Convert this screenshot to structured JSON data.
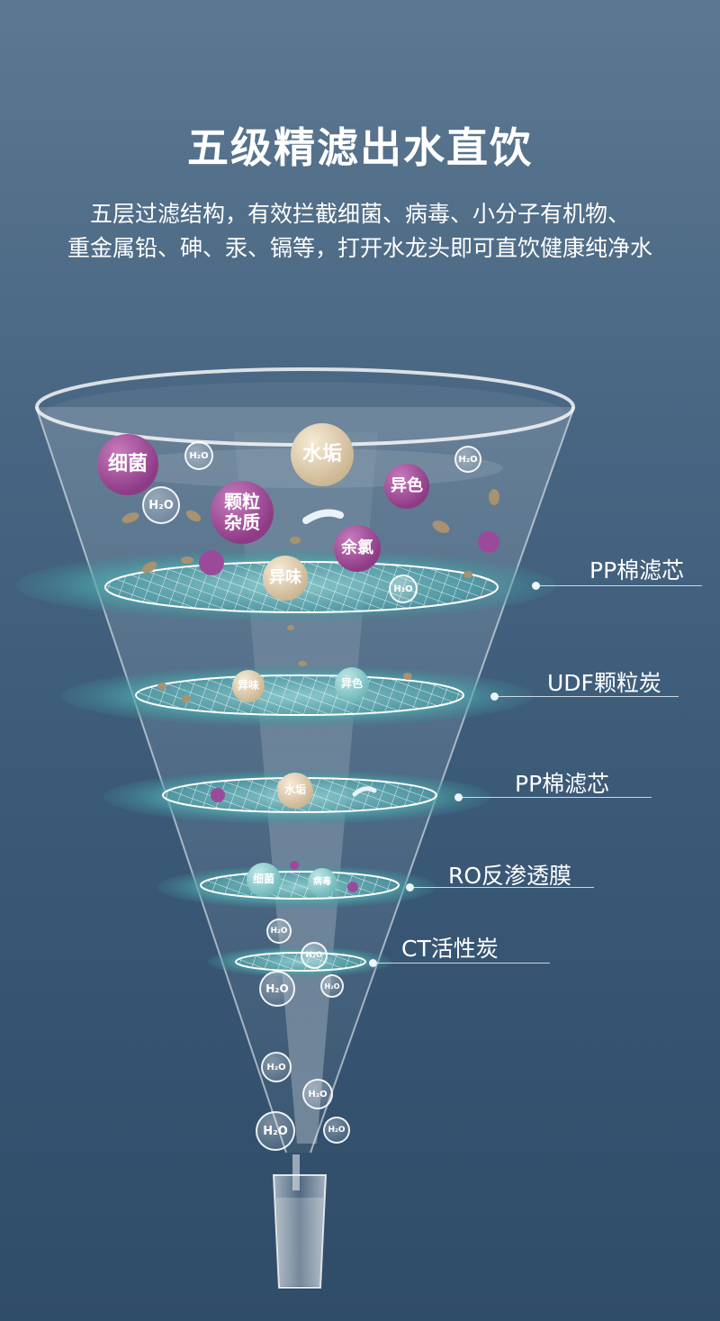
{
  "headline": "五级精滤出水直饮",
  "subline_1": "五层过滤结构，有效拦截细菌、病毒、小分子有机物、",
  "subline_2": "重金属铅、砷、汞、镉等，打开水龙头即可直饮健康纯净水",
  "layers": [
    {
      "label": "PP棉滤芯"
    },
    {
      "label": "UDF颗粒炭"
    },
    {
      "label": "PP棉滤芯"
    },
    {
      "label": "RO反渗透膜"
    },
    {
      "label": "CT活性炭"
    }
  ],
  "impurity_tags": {
    "bacteria": "细菌",
    "scale": "水垢",
    "color": "异色",
    "particles": "颗粒\n杂质",
    "chlorine": "余氯",
    "odor": "异味",
    "odor_small": "异味",
    "color_small": "异色",
    "scale_small": "水垢",
    "bacteria_small": "细菌",
    "virus_small": "病毒"
  },
  "molecule_text": "H₂O",
  "colors": {
    "purple": "#8e3b86",
    "beige": "#cbb592",
    "teal": "#6fb8b9",
    "disc": "#5fb3b5"
  }
}
